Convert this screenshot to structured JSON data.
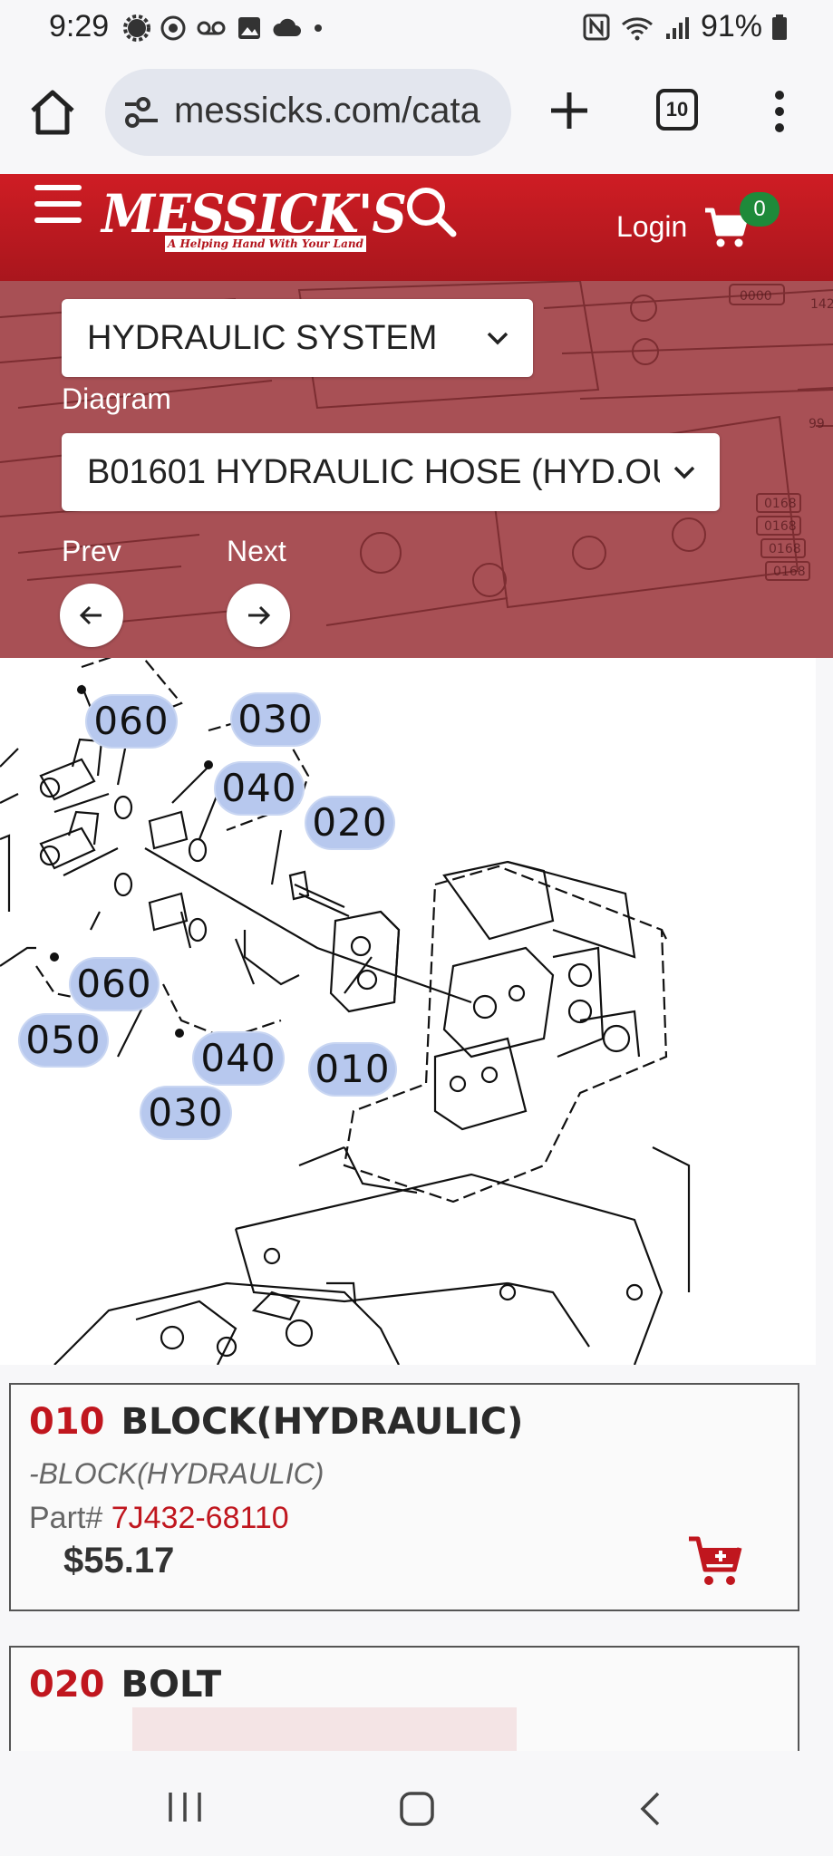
{
  "status": {
    "time": "9:29",
    "battery": "91%"
  },
  "browser": {
    "url": "messicks.com/cata",
    "tab_count": "10"
  },
  "header": {
    "logo_text": "MESSICK'S",
    "logo_tagline": "A Helping Hand With Your Land",
    "login_label": "Login",
    "cart_count": "0"
  },
  "filters": {
    "category_value": "HYDRAULIC SYSTEM",
    "diagram_label": "Diagram",
    "diagram_value": "B01601 HYDRAULIC HOSE (HYD.OU",
    "prev_label": "Prev",
    "next_label": "Next"
  },
  "diagram": {
    "background_labels": [
      "0000",
      "142",
      "99",
      "0168",
      "0168",
      "0168",
      "0168"
    ],
    "callouts": [
      "060",
      "030",
      "040",
      "020",
      "060",
      "050",
      "040",
      "010",
      "030"
    ]
  },
  "parts": [
    {
      "number": "010",
      "name": "BLOCK(HYDRAULIC)",
      "description": "-BLOCK(HYDRAULIC)",
      "part_label": "Part#",
      "part_number": "7J432-68110",
      "price": "$55.17"
    },
    {
      "number": "020",
      "name": "BOLT"
    }
  ],
  "colors": {
    "brand_red": "#cf1d24",
    "price_red": "#c0161e",
    "badge_green": "#1e8a3a",
    "callout_blue": "#b7c8ee"
  }
}
